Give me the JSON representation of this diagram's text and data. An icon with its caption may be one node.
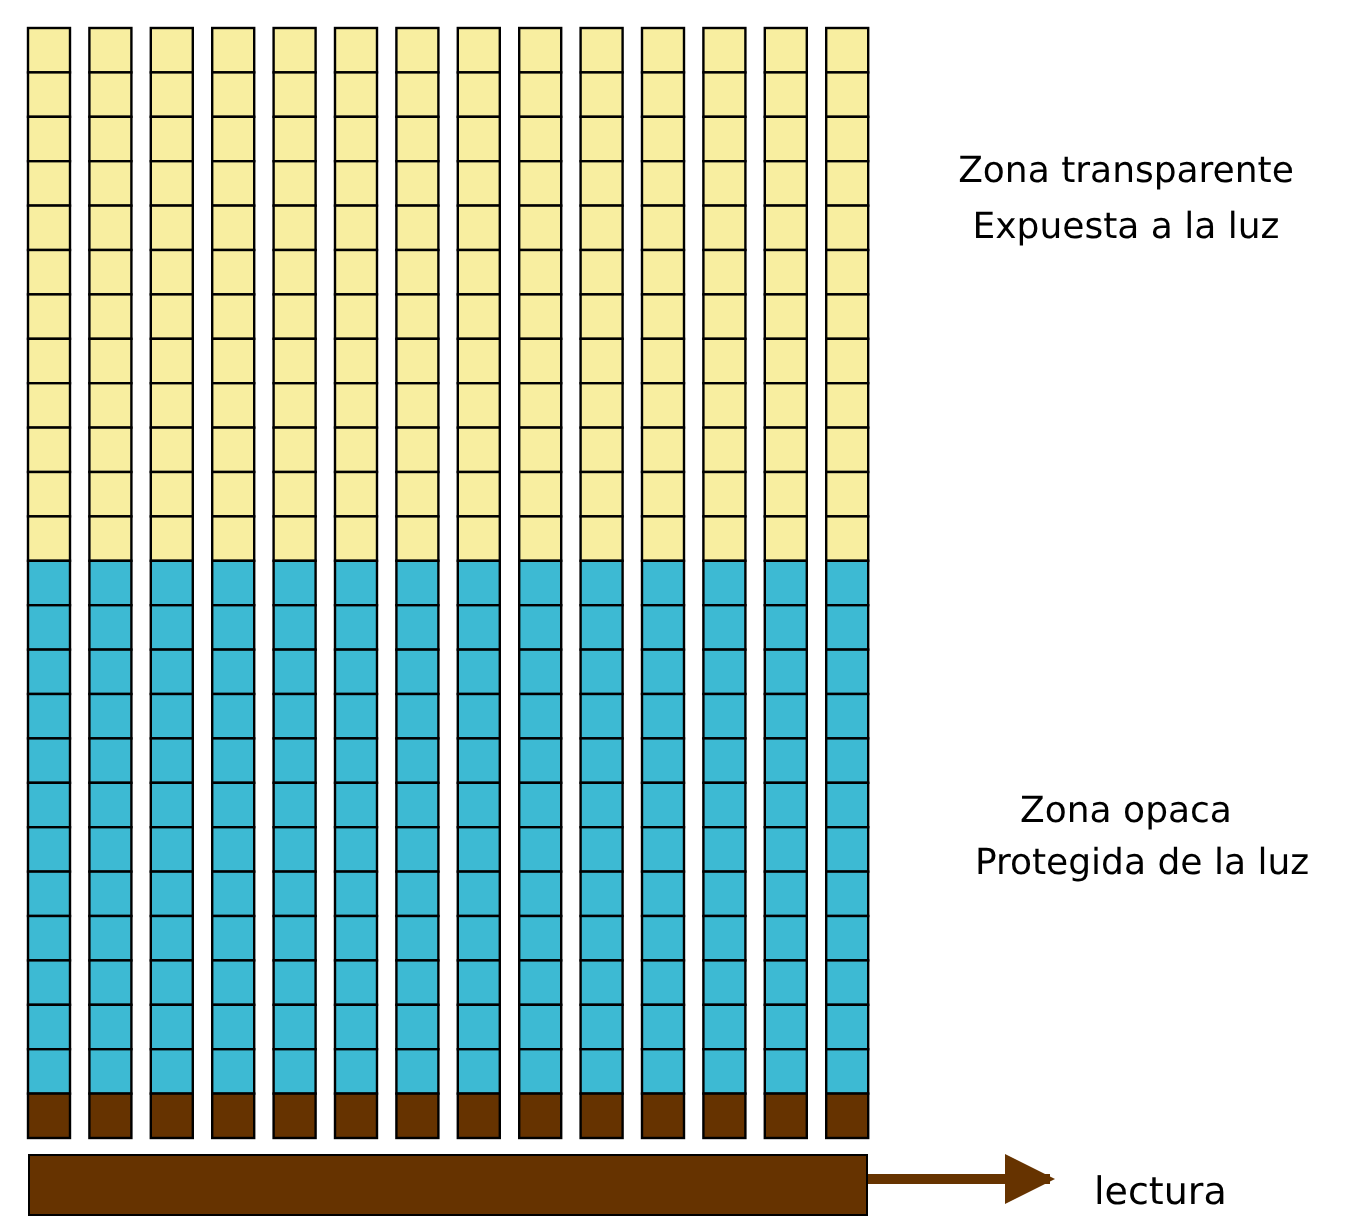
{
  "diagram": {
    "nodes": [
      {
        "text": [],
        "shape": "bar"
      },
      {
        "text": [
          "lectura"
        ]
      }
    ],
    "edges": [
      {
        "from": 0,
        "to": 1,
        "arrow": "to"
      }
    ],
    "labels": [
      "Zona transparente",
      "Expuesta a la luz",
      "Zona opaca",
      "Protegida de la luz"
    ]
  }
}
